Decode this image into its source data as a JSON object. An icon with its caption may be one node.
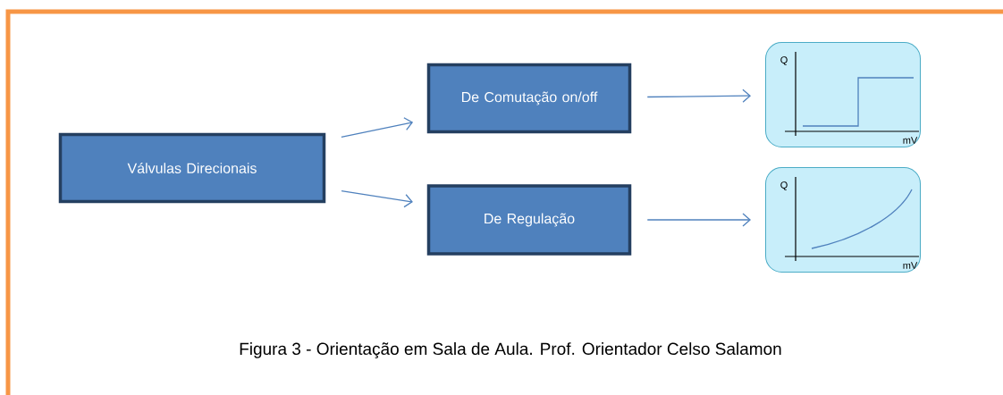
{
  "diagram": {
    "caption": "Figura 3 - Orientação em Sala de Aula. Prof. Orientador Celso Salamon",
    "nodes": [
      {
        "text": [
          "Válvulas Direcionais"
        ]
      },
      {
        "text": [
          "De Comutação on/off"
        ]
      },
      {
        "text": [
          "De Regulação"
        ]
      },
      {
        "text": [
          "Q",
          "mV"
        ]
      },
      {
        "text": [
          "Q",
          "mV"
        ]
      }
    ],
    "edges": [
      {
        "from": 0,
        "to": 1,
        "arrow": "to"
      },
      {
        "from": 0,
        "to": 2,
        "arrow": "to"
      },
      {
        "from": 1,
        "to": 3,
        "arrow": "to"
      },
      {
        "from": 2,
        "to": 4,
        "arrow": "to"
      }
    ]
  }
}
